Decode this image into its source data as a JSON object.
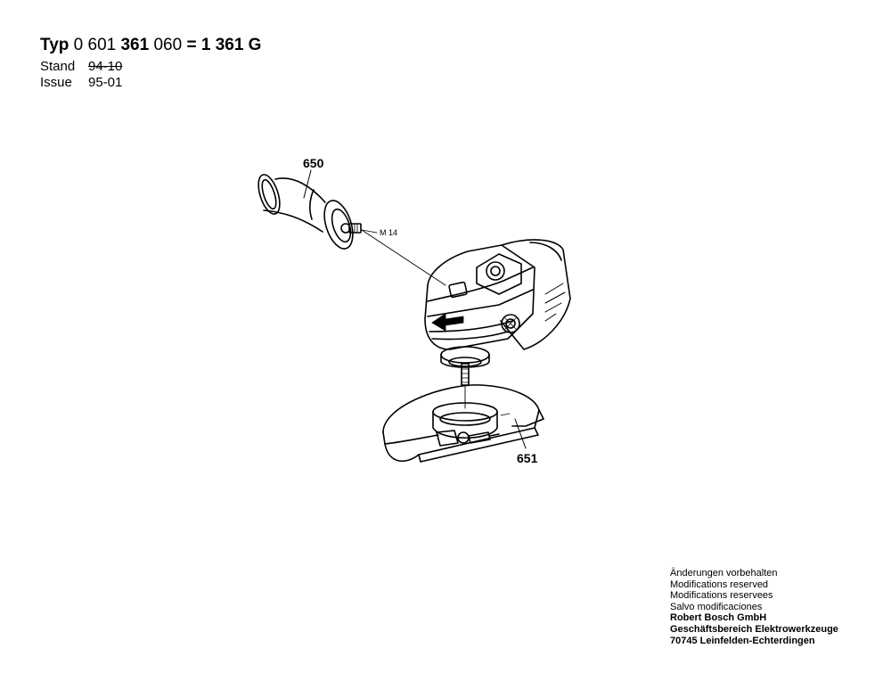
{
  "header": {
    "typ_prefix": "Typ",
    "typ_part1": "0 601",
    "typ_part2": "361",
    "typ_part3": "060",
    "typ_equals": "=",
    "typ_part4": "1 361 G",
    "stand_label": "Stand",
    "stand_value": "94-10",
    "issue_label": "Issue",
    "issue_value": "95-01"
  },
  "labels": {
    "handle_part": "650",
    "thread": "M 14",
    "guard_part": "651"
  },
  "footer": {
    "line1": "Änderungen vorbehalten",
    "line2": "Modifications reserved",
    "line3": "Modifications reservees",
    "line4": "Salvo modificaciones",
    "line5": "Robert Bosch GmbH",
    "line6": "Geschäftsbereich Elektrowerkzeuge",
    "line7": "70745 Leinfelden-Echterdingen"
  }
}
